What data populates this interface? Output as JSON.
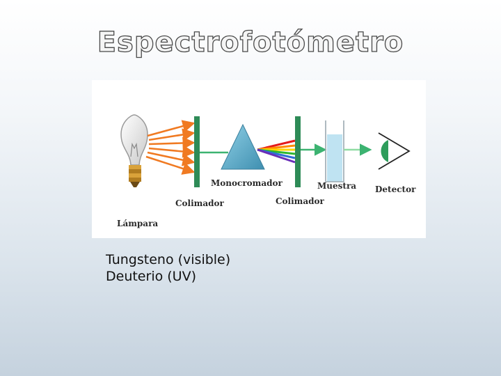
{
  "slide": {
    "title": "Espectrofotómetro",
    "lines": [
      "Tungsteno (visible)",
      "Deuterio (UV)"
    ]
  },
  "diagram": {
    "labels": {
      "lamp": "Lámpara",
      "collimator_1": "Colimador",
      "monochromator": "Monocromador",
      "collimator_2": "Colimador",
      "sample": "Muestra",
      "detector": "Detector"
    },
    "colors": {
      "rays": "#f07a22",
      "collimator": "#2e8b57",
      "prism": "#5aa6c4",
      "beam": "#3cb371",
      "cuvette_liquid": "#bfe3f2",
      "spectrum": [
        "#e41b1b",
        "#ff8c00",
        "#ffd700",
        "#2eb82e",
        "#2f6fd6",
        "#6a2fb8"
      ]
    },
    "icons": [
      "light-bulb-icon",
      "prism-icon",
      "cuvette-icon",
      "eye-icon"
    ]
  }
}
